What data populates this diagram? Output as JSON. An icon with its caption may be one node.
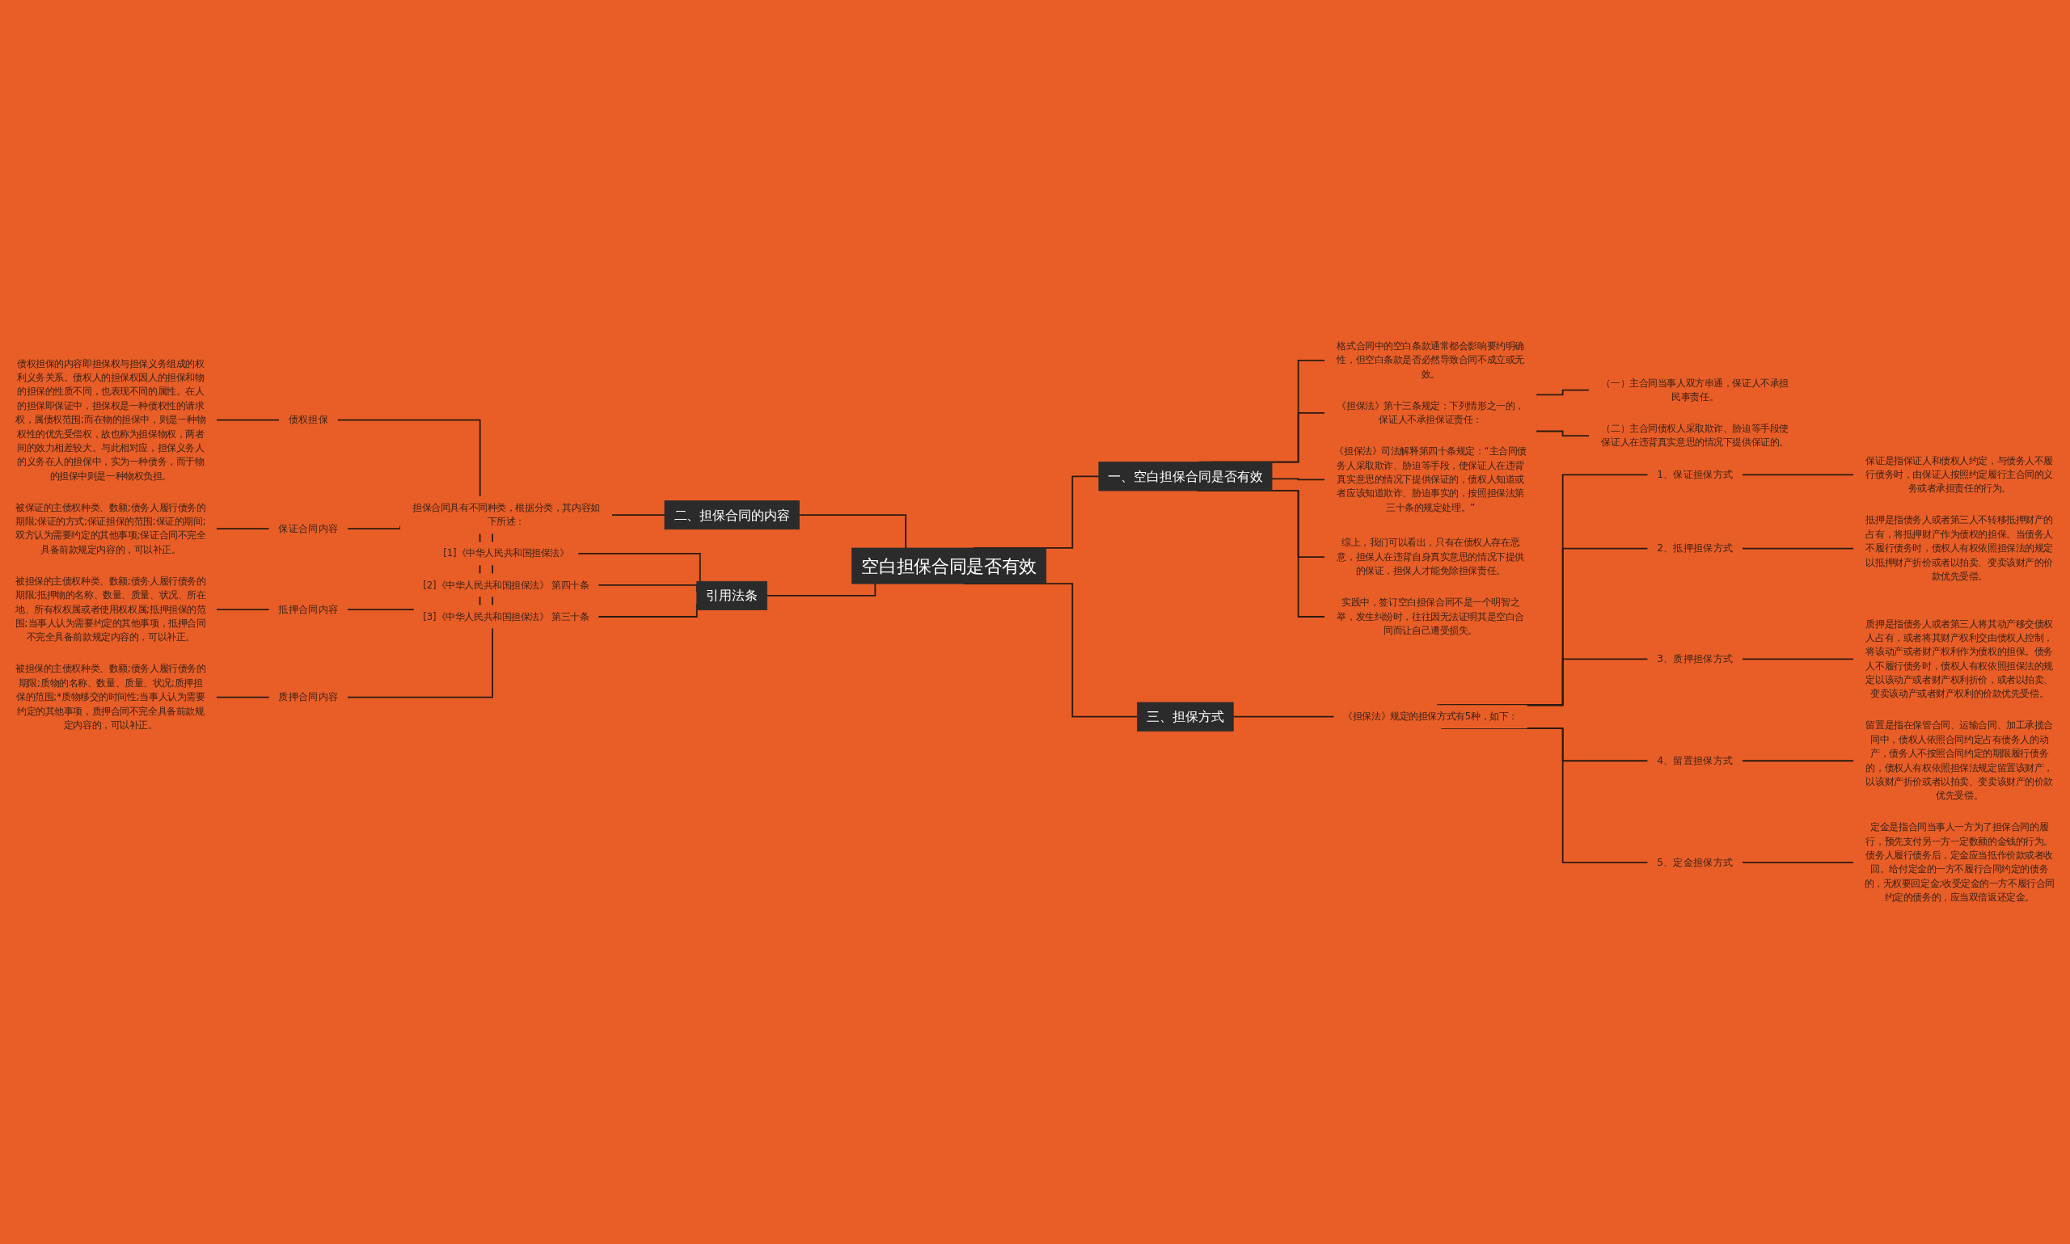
{
  "diagram": {
    "nodes": [
      {
        "text": [
          "空白担保合同是否有效"
        ]
      },
      {
        "text": [
          "一、空白担保合同是否有效"
        ]
      },
      {
        "text": [
          "格式合同中的空白条款通常都会影响要约明确性，但空白条款是否必然导致合同不成立或无效。"
        ]
      },
      {
        "text": [
          "《担保法》第十三条规定：下列情形之一的，保证人不承担保证责任："
        ]
      },
      {
        "text": [
          "（一）主合同当事人双方串通，保证人不承担民事责任。"
        ]
      },
      {
        "text": [
          "（二）主合同债权人采取欺诈、胁迫等手段使保证人在违背真实意思的情况下提供保证的。"
        ]
      },
      {
        "text": [
          "《担保法》司法解释第四十条规定：“主合同债务人采取欺诈、胁迫等手段，使保证人在违背真实意思的情况下提供保证的，债权人知道或者应该知道欺诈、胁迫事实的，按照担保法第三十条的规定处理。”"
        ]
      },
      {
        "text": [
          "综上，我们可以看出，只有在债权人存在恶意，担保人在违背自身真实意思的情况下提供的保证，担保人才能免除担保责任。"
        ]
      },
      {
        "text": [
          "实践中，签订空白担保合同不是一个明智之举，发生纠纷时，往往因无法证明其是空白合同而让自己遭受损失。"
        ]
      },
      {
        "text": [
          "二、担保合同的内容"
        ]
      },
      {
        "text": [
          "担保合同具有不同种类，根据分类，其内容如下所述："
        ]
      },
      {
        "text": [
          "债权担保"
        ]
      },
      {
        "text": [
          "债权担保的内容即担保权与担保义务组成的权利义务关系。债权人的担保权因人的担保和物的担保的性质不同，也表现不同的属性。在人的担保即保证中，担保权是一种债权性的请求权，属债权范围;而在物的担保中，则是一种物权性的优先受偿权，故也称为担保物权，两者间的效力相差较大。与此相对应，担保义务人的义务在人的担保中，实为一种债务，而于物的担保中则是一种物权负担。"
        ]
      },
      {
        "text": [
          "保证合同内容"
        ]
      },
      {
        "text": [
          "被保证的主债权种类、数额;债务人履行债务的期限;保证的方式;保证担保的范围;保证的期间;双方认为需要约定的其他事项;保证合同不完全具备前款规定内容的，可以补正。"
        ]
      },
      {
        "text": [
          "抵押合同内容"
        ]
      },
      {
        "text": [
          "被担保的主债权种类、数额;债务人履行债务的期限;抵押物的名称、数量、质量、状况、所在地、所有权权属或者使用权权属;抵押担保的范围;当事人认为需要约定的其他事项，抵押合同不完全具备前款规定内容的，可以补正。"
        ]
      },
      {
        "text": [
          "质押合同内容"
        ]
      },
      {
        "text": [
          "被担保的主债权种类、数额;债务人履行债务的期限;质物的名称、数量、质量、状况;质押担保的范围;*质物移交的时间性;当事人认为需要约定的其他事项，质押合同不完全具备前款规定内容的，可以补正。"
        ]
      },
      {
        "text": [
          "引用法条"
        ]
      },
      {
        "text": [
          "[1]《中华人民共和国担保法》"
        ]
      },
      {
        "text": [
          "[2]《中华人民共和国担保法》 第四十条"
        ]
      },
      {
        "text": [
          "[3]《中华人民共和国担保法》 第三十条"
        ]
      },
      {
        "text": [
          "三、担保方式"
        ]
      },
      {
        "text": [
          "《担保法》规定的担保方式有5种，如下："
        ]
      },
      {
        "text": [
          "1、保证担保方式"
        ]
      },
      {
        "text": [
          "保证是指保证人和债权人约定，与债务人不履行债务时，由保证人按照约定履行主合同的义务或者承担责任的行为。"
        ]
      },
      {
        "text": [
          "2、抵押担保方式"
        ]
      },
      {
        "text": [
          "抵押是指债务人或者第三人不转移抵押财产的占有，将抵押财产作为债权的担保。当债务人不履行债务时，债权人有权依照担保法的规定以抵押财产折价或者以拍卖、变卖该财产的价款优先受偿。"
        ]
      },
      {
        "text": [
          "3、质押担保方式"
        ]
      },
      {
        "text": [
          "质押是指债务人或者第三人将其动产移交债权人占有，或者将其财产权利交由债权人控制，将该动产或者财产权利作为债权的担保。债务人不履行债务时，债权人有权依照担保法的规定以该动产或者财产权利折价，或者以拍卖、变卖该动产或者财产权利的价款优先受偿。"
        ]
      },
      {
        "text": [
          "4、留置担保方式"
        ]
      },
      {
        "text": [
          "留置是指在保管合同、运输合同、加工承揽合同中，债权人依照合同约定占有债务人的动产，债务人不按照合同约定的期限履行债务的，债权人有权依照担保法规定留置该财产，以该财产折价或者以拍卖、变卖该财产的价款优先受偿。"
        ]
      },
      {
        "text": [
          "5、定金担保方式"
        ]
      },
      {
        "text": [
          "定金是指合同当事人一方为了担保合同的履行，预先支付另一方一定数额的金钱的行为。债务人履行债务后，定金应当抵作价款或者收回。给付定金的一方不履行合同约定的债务的，无权要回定金;收受定金的一方不履行合同约定的债务的，应当双倍返还定金。"
        ]
      }
    ],
    "edges": [
      {
        "from": 0,
        "to": 1,
        "arrow": "none"
      },
      {
        "from": 1,
        "to": 2,
        "arrow": "none"
      },
      {
        "from": 1,
        "to": 3,
        "arrow": "none"
      },
      {
        "from": 3,
        "to": 4,
        "arrow": "none"
      },
      {
        "from": 3,
        "to": 5,
        "arrow": "none"
      },
      {
        "from": 1,
        "to": 6,
        "arrow": "none"
      },
      {
        "from": 1,
        "to": 7,
        "arrow": "none"
      },
      {
        "from": 1,
        "to": 8,
        "arrow": "none"
      },
      {
        "from": 9,
        "to": 0,
        "arrow": "none"
      },
      {
        "from": 10,
        "to": 9,
        "arrow": "none"
      },
      {
        "from": 11,
        "to": 10,
        "arrow": "none"
      },
      {
        "from": 12,
        "to": 11,
        "arrow": "none"
      },
      {
        "from": 13,
        "to": 10,
        "arrow": "none"
      },
      {
        "from": 14,
        "to": 13,
        "arrow": "none"
      },
      {
        "from": 15,
        "to": 10,
        "arrow": "none"
      },
      {
        "from": 16,
        "to": 15,
        "arrow": "none"
      },
      {
        "from": 17,
        "to": 10,
        "arrow": "none"
      },
      {
        "from": 18,
        "to": 17,
        "arrow": "none"
      },
      {
        "from": 19,
        "to": 0,
        "arrow": "none"
      },
      {
        "from": 20,
        "to": 19,
        "arrow": "none"
      },
      {
        "from": 21,
        "to": 19,
        "arrow": "none"
      },
      {
        "from": 22,
        "to": 19,
        "arrow": "none"
      },
      {
        "from": 0,
        "to": 23,
        "arrow": "none"
      },
      {
        "from": 23,
        "to": 24,
        "arrow": "none"
      },
      {
        "from": 24,
        "to": 25,
        "arrow": "none"
      },
      {
        "from": 25,
        "to": 26,
        "arrow": "none"
      },
      {
        "from": 24,
        "to": 27,
        "arrow": "none"
      },
      {
        "from": 27,
        "to": 28,
        "arrow": "none"
      },
      {
        "from": 24,
        "to": 29,
        "arrow": "none"
      },
      {
        "from": 29,
        "to": 30,
        "arrow": "none"
      },
      {
        "from": 24,
        "to": 31,
        "arrow": "none"
      },
      {
        "from": 31,
        "to": 32,
        "arrow": "none"
      },
      {
        "from": 24,
        "to": 33,
        "arrow": "none"
      },
      {
        "from": 33,
        "to": 34,
        "arrow": "none"
      }
    ]
  }
}
